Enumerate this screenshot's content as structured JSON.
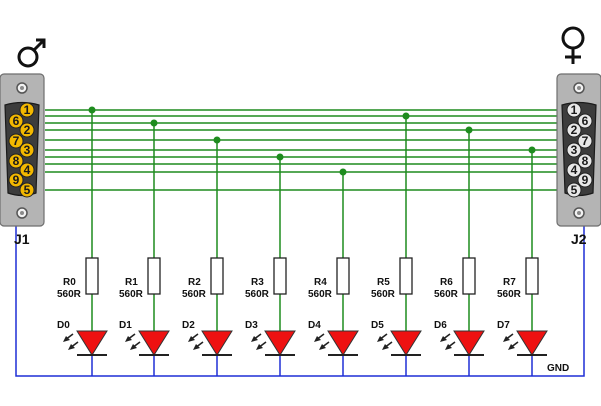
{
  "colors": {
    "signal": "#1e8c1e",
    "ground": "#1f2fd6",
    "led": "#ee1111",
    "pin_male": "#f3b800",
    "pin_female": "#e8e8e8",
    "shell": "#b4b4b4",
    "face": "#3c3c3c"
  },
  "connectors": [
    {
      "label": "J1",
      "symbol": "♂",
      "side": "left",
      "pins_top": [
        "1",
        "2",
        "3",
        "4",
        "5"
      ],
      "pins_bottom": [
        "6",
        "7",
        "8",
        "9"
      ]
    },
    {
      "label": "J2",
      "symbol": "♀",
      "side": "right",
      "pins_top": [
        "1",
        "2",
        "3",
        "4",
        "5"
      ],
      "pins_bottom": [
        "6",
        "7",
        "8",
        "9"
      ]
    }
  ],
  "resistors": [
    {
      "name": "R0",
      "value": "560R"
    },
    {
      "name": "R1",
      "value": "560R"
    },
    {
      "name": "R2",
      "value": "560R"
    },
    {
      "name": "R3",
      "value": "560R"
    },
    {
      "name": "R4",
      "value": "560R"
    },
    {
      "name": "R5",
      "value": "560R"
    },
    {
      "name": "R6",
      "value": "560R"
    },
    {
      "name": "R7",
      "value": "560R"
    }
  ],
  "leds": [
    "D0",
    "D1",
    "D2",
    "D3",
    "D4",
    "D5",
    "D6",
    "D7"
  ],
  "ground_label": "GND"
}
